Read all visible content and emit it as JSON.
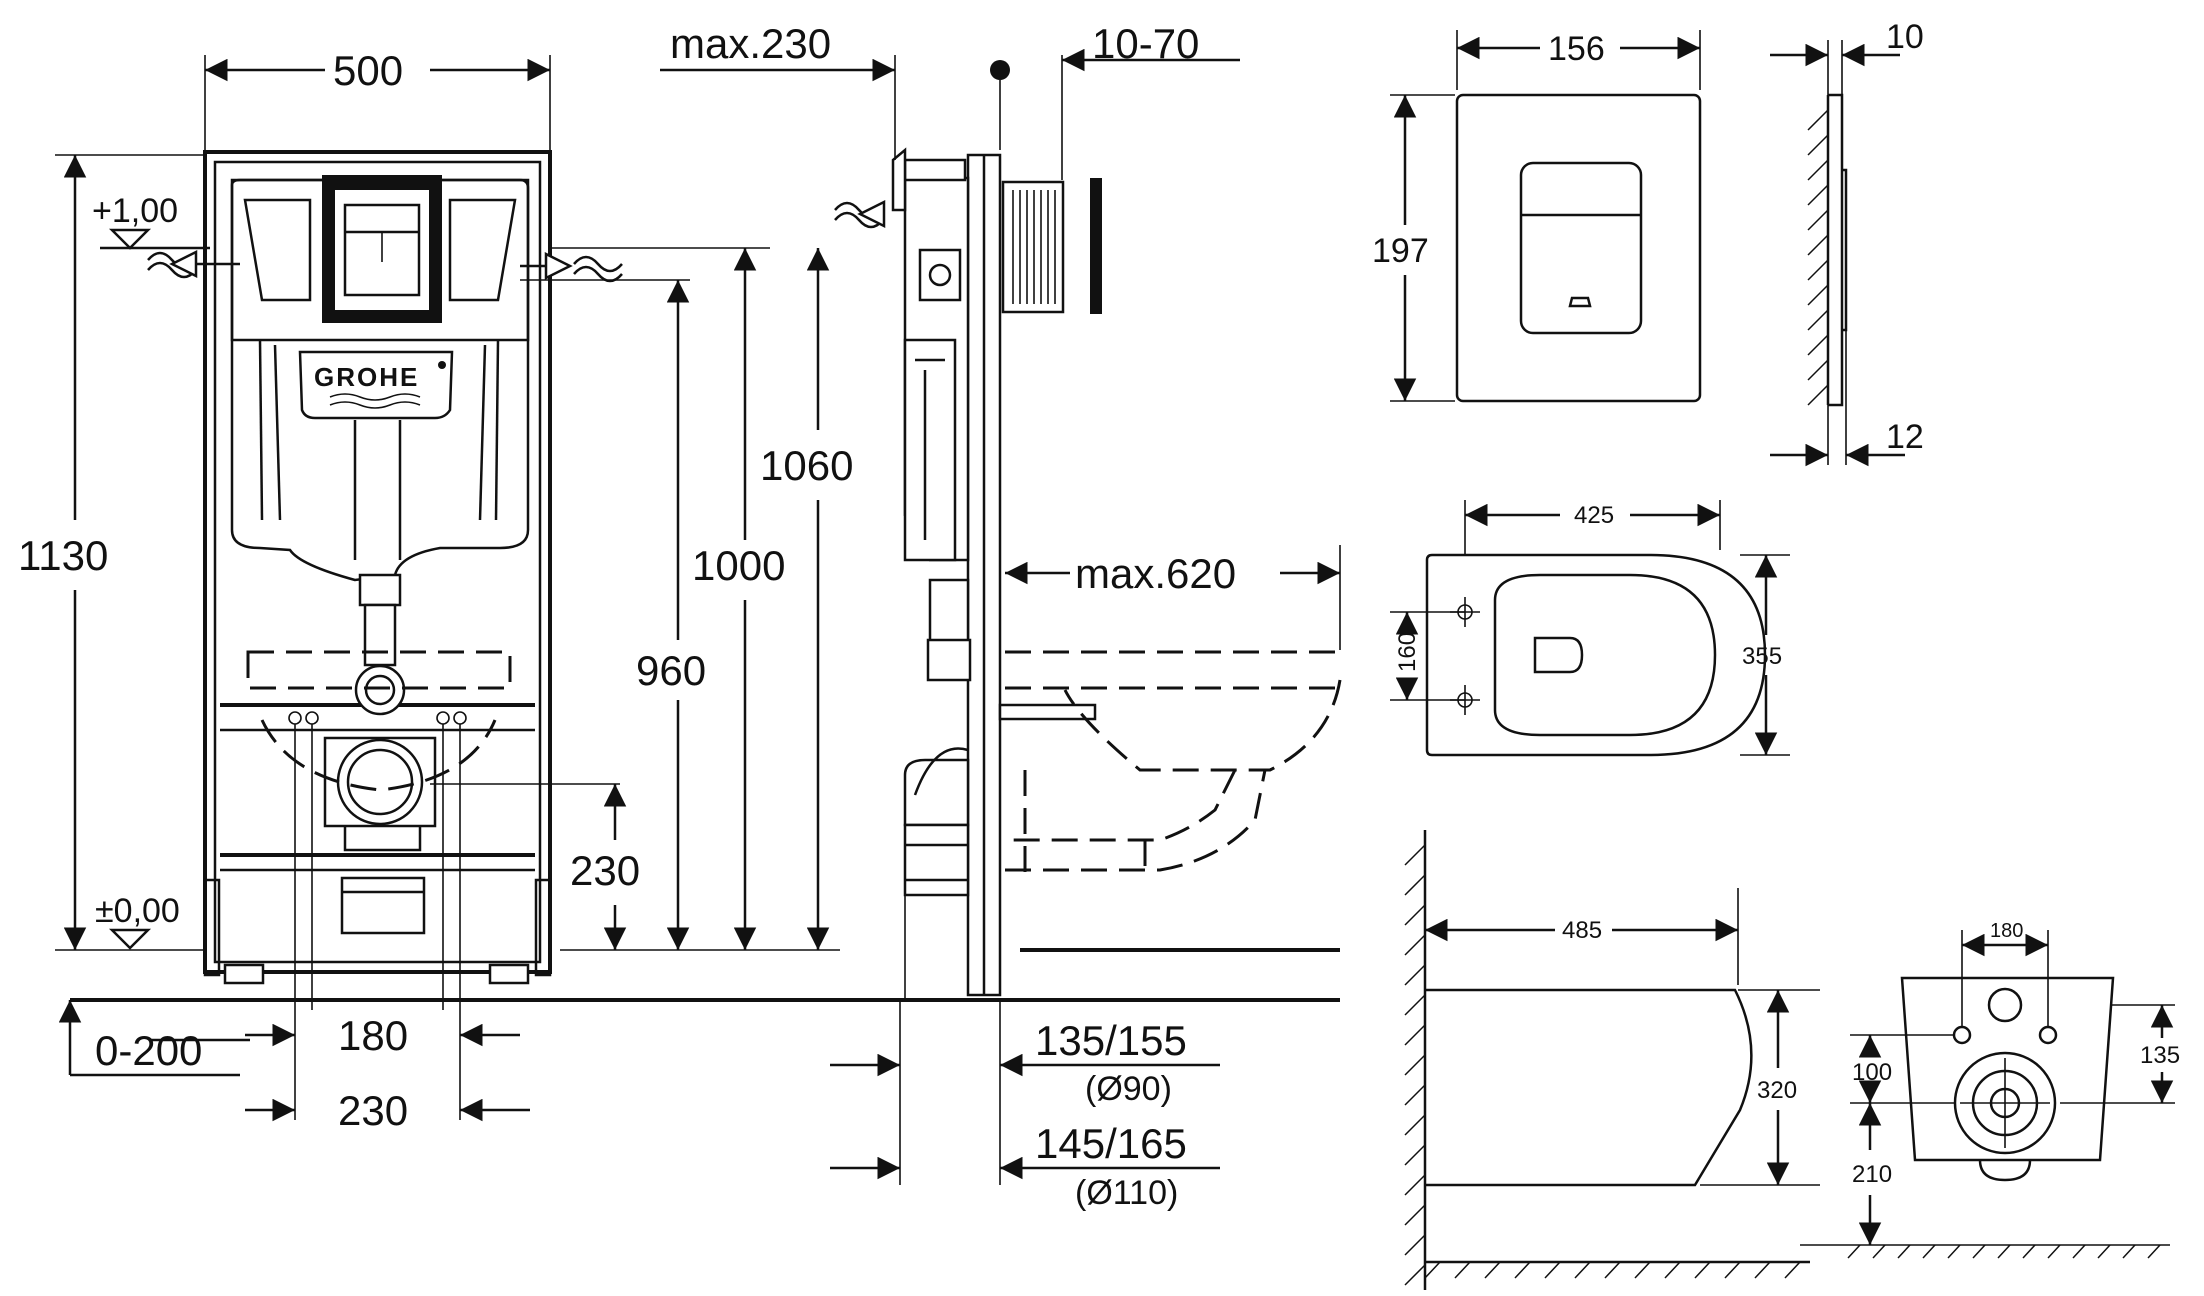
{
  "brand": "GROHE",
  "frame": {
    "width": "500",
    "height": "1130",
    "level_top": "+1,00",
    "level_floor": "±0,00",
    "height_1060": "1060",
    "height_1000": "1000",
    "height_960": "960",
    "height_230": "230",
    "floor_adjust": "0-200",
    "width_180": "180",
    "width_230": "230"
  },
  "side": {
    "max_230": "max.230",
    "range_10_70": "10-70",
    "max_620": "max.620",
    "pipe_90_dim": "135/155",
    "pipe_90_dia": "(Ø90)",
    "pipe_110_dim": "145/165",
    "pipe_110_dia": "(Ø110)"
  },
  "plate": {
    "width": "156",
    "height": "197",
    "depth_top": "10",
    "depth_bottom": "12"
  },
  "bowl_top": {
    "length": "425",
    "holes_spacing": "160",
    "width": "355"
  },
  "bowl_side": {
    "length": "485",
    "height": "320"
  },
  "bowl_back": {
    "holes_spacing": "180",
    "hole_height": "135",
    "hole_to_outlet": "100",
    "outlet_height": "210"
  }
}
